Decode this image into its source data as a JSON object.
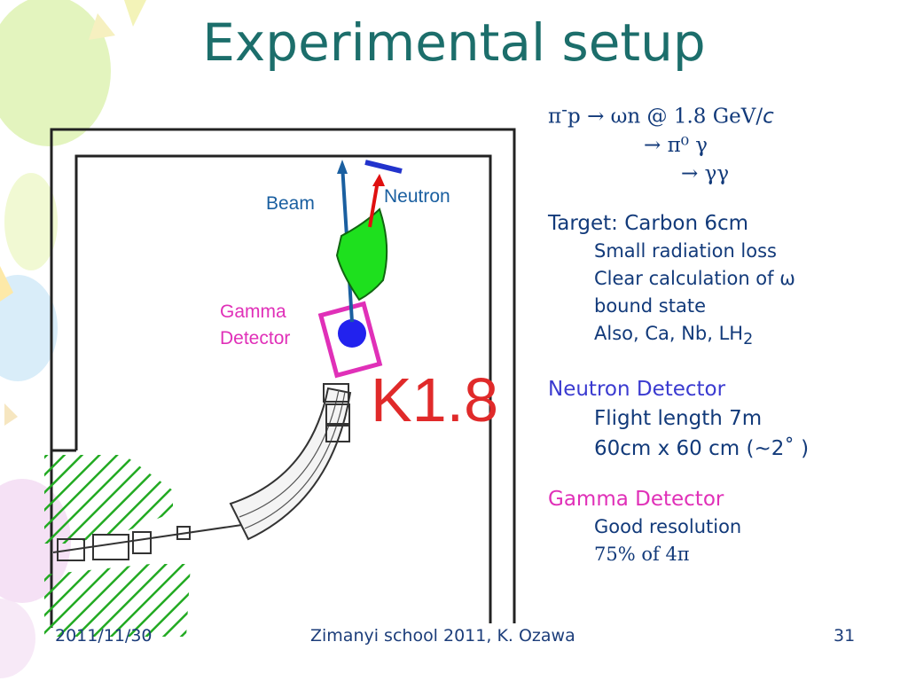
{
  "slide": {
    "title": "Experimental setup",
    "reaction": {
      "line1_pi": "π",
      "line1_sup": "-",
      "line1_rest": "p → ωn @ 1.8 GeV/",
      "line1_c": "c",
      "line2": "→ π⁰ γ",
      "line3": "→ γγ"
    },
    "target": {
      "heading": "Target: Carbon 6cm",
      "items": [
        "Small radiation loss",
        "Clear calculation of ω",
        "bound state"
      ],
      "also_prefix": "Also, Ca, Nb, LH",
      "also_sub": "2"
    },
    "neutron_detector": {
      "heading": "Neutron Detector",
      "items": [
        "Flight length 7m",
        "60cm x 60 cm (~2˚ )"
      ]
    },
    "gamma_detector": {
      "heading": "Gamma Detector",
      "items": [
        "Good resolution",
        "75% of 4π"
      ]
    },
    "diagram_labels": {
      "beam": "Beam",
      "neutron": "Neutron",
      "gamma_line1": "Gamma",
      "gamma_line2": "Detector",
      "area": "K1.8"
    },
    "footer": {
      "date": "2011/11/30",
      "center": "Zimanyi school 2011, K. Ozawa",
      "page": "31"
    }
  },
  "colors": {
    "title": "#1c6e6b",
    "text": "#123a7a",
    "neutron_heading": "#3a3ad0",
    "gamma_heading": "#e030b8",
    "k18": "#e02a2a",
    "hatch": "#22aa22",
    "magnet": "#1ee01e"
  }
}
